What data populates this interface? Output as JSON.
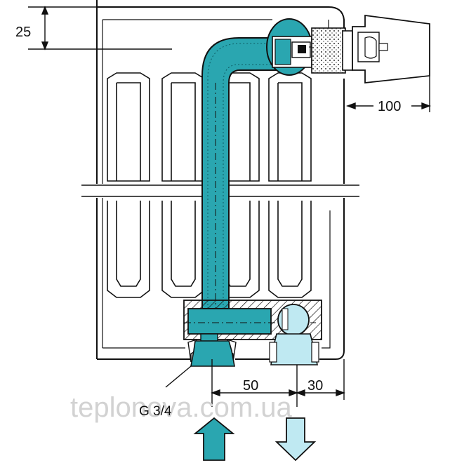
{
  "dimensions": {
    "top_offset": "25",
    "valve_depth": "100",
    "pipe_spacing": "50",
    "edge_offset": "30"
  },
  "connection_label": "G 3/4",
  "watermark": "teplonova.com.ua",
  "colors": {
    "supply_pipe": "#2aa6b0",
    "return_pipe": "#bfe9f2",
    "line": "#111111",
    "watermark": "#d2d2d2"
  },
  "arrows": {
    "supply_direction": "up",
    "return_direction": "down"
  }
}
